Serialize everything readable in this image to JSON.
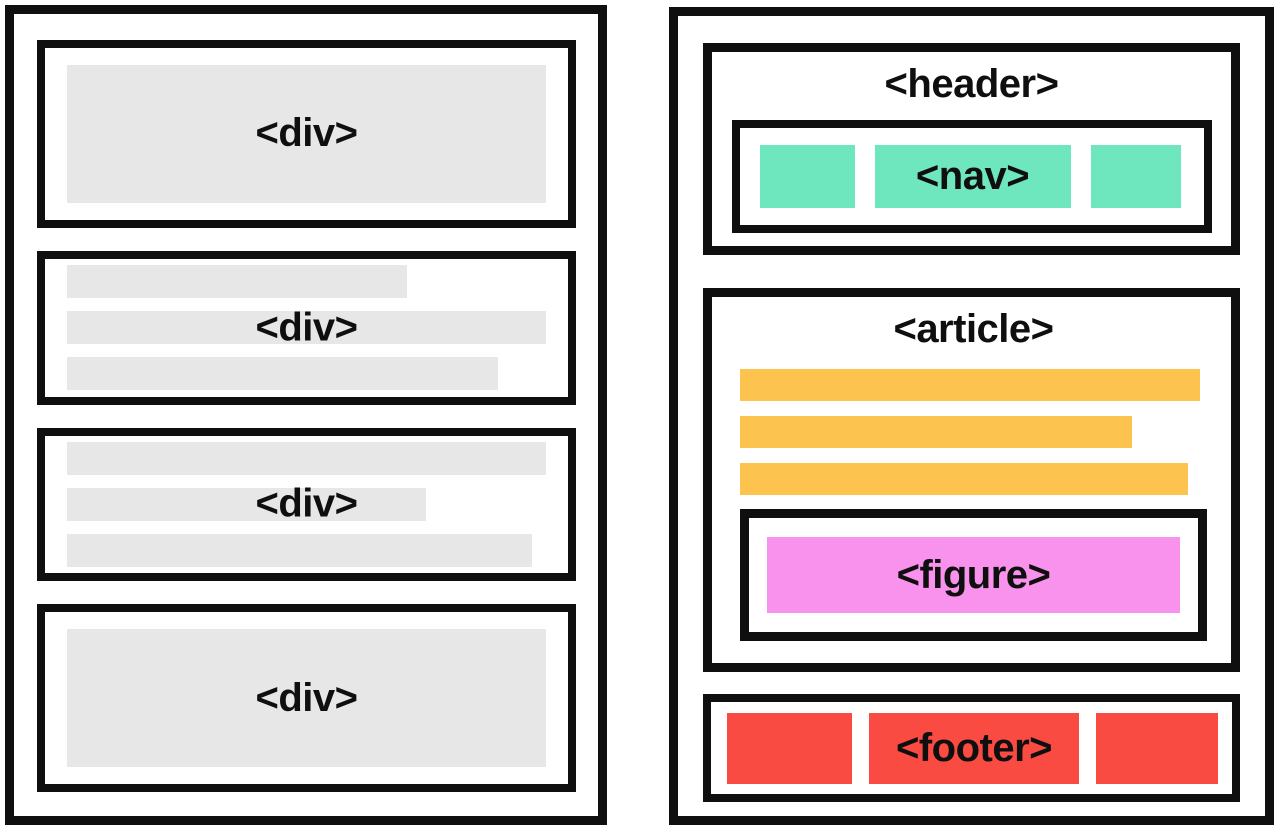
{
  "colors": {
    "ink": "#0f0f0f",
    "background": "#ffffff",
    "gray": "#e7e7e7",
    "teal": "#6ee7be",
    "orange": "#fcc44e",
    "pink": "#f992ec",
    "red": "#f94b42"
  },
  "left_panel": {
    "boxes": [
      {
        "kind": "filled-block",
        "label": "<div>"
      },
      {
        "kind": "text-lines",
        "label": "<div>",
        "line_widths_pct": [
          71,
          100,
          90
        ]
      },
      {
        "kind": "text-lines",
        "label": "<div>",
        "line_widths_pct": [
          100,
          75,
          97
        ]
      },
      {
        "kind": "filled-block",
        "label": "<div>"
      }
    ]
  },
  "right_panel": {
    "header": {
      "label": "<header>",
      "nav": {
        "label": "<nav>",
        "block_count": 3
      }
    },
    "article": {
      "label": "<article>",
      "line_widths_pct": [
        98.5,
        84,
        96
      ],
      "figure": {
        "label": "<figure>"
      }
    },
    "footer": {
      "label": "<footer>",
      "block_count": 3
    }
  }
}
